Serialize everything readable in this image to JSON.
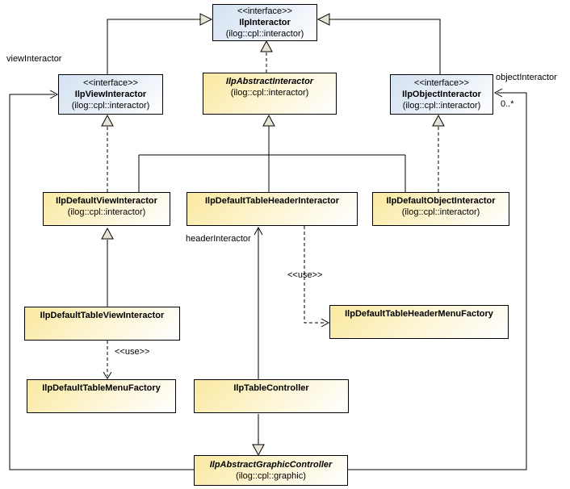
{
  "colors": {
    "interface_fill_start": "#d4e2f2",
    "interface_fill_end": "#ffffff",
    "class_fill_start": "#fae9a0",
    "class_fill_end": "#ffffff",
    "border": "#000000",
    "arrowhead_fill": "#e8e3d6",
    "background": "#ffffff"
  },
  "classes": {
    "interactor": {
      "stereotype": "<<interface>>",
      "name": "IlpInteractor",
      "package": "(ilog::cpl::interactor)"
    },
    "view_interactor": {
      "stereotype": "<<interface>>",
      "name": "IlpViewInteractor",
      "package": "(ilog::cpl::interactor)"
    },
    "abstract_interactor": {
      "name": "IlpAbstractInteractor",
      "package": "(ilog::cpl::interactor)"
    },
    "object_interactor": {
      "stereotype": "<<interface>>",
      "name": "IlpObjectInteractor",
      "package": "(ilog::cpl::interactor)"
    },
    "default_view_interactor": {
      "name": "IlpDefaultViewInteractor",
      "package": "(ilog::cpl::interactor)"
    },
    "default_table_header_interactor": {
      "name": "IlpDefaultTableHeaderInteractor"
    },
    "default_object_interactor": {
      "name": "IlpDefaultObjectInteractor",
      "package": "(ilog::cpl::interactor)"
    },
    "default_table_view_interactor": {
      "name": "IlpDefaultTableViewInteractor"
    },
    "default_table_header_menu_factory": {
      "name": "IlpDefaultTableHeaderMenuFactory"
    },
    "default_table_menu_factory": {
      "name": "IlpDefaultTableMenuFactory"
    },
    "table_controller": {
      "name": "IlpTableController"
    },
    "abstract_graphic_controller": {
      "name": "IlpAbstractGraphicController",
      "package": "(ilog::cpl::graphic)"
    }
  },
  "edge_labels": {
    "view_interactor_role": "viewInteractor",
    "object_interactor_role": "objectInteractor",
    "object_multiplicity": "0..*",
    "header_interactor_role": "headerInteractor",
    "use_header_menu": "<<use>>",
    "use_table_menu": "<<use>>"
  },
  "relationships": [
    {
      "type": "generalization",
      "from": "IlpViewInteractor",
      "to": "IlpInteractor"
    },
    {
      "type": "realization",
      "from": "IlpAbstractInteractor",
      "to": "IlpInteractor"
    },
    {
      "type": "generalization",
      "from": "IlpObjectInteractor",
      "to": "IlpInteractor"
    },
    {
      "type": "realization",
      "from": "IlpDefaultViewInteractor",
      "to": "IlpViewInteractor"
    },
    {
      "type": "generalization",
      "from": "IlpDefaultViewInteractor",
      "to": "IlpAbstractInteractor"
    },
    {
      "type": "generalization",
      "from": "IlpDefaultTableHeaderInteractor",
      "to": "IlpAbstractInteractor"
    },
    {
      "type": "generalization",
      "from": "IlpDefaultObjectInteractor",
      "to": "IlpAbstractInteractor"
    },
    {
      "type": "realization",
      "from": "IlpDefaultObjectInteractor",
      "to": "IlpObjectInteractor"
    },
    {
      "type": "generalization",
      "from": "IlpDefaultTableViewInteractor",
      "to": "IlpDefaultViewInteractor"
    },
    {
      "type": "use",
      "from": "IlpDefaultTableViewInteractor",
      "to": "IlpDefaultTableMenuFactory"
    },
    {
      "type": "use",
      "from": "IlpDefaultTableHeaderInteractor",
      "to": "IlpDefaultTableHeaderMenuFactory"
    },
    {
      "type": "association",
      "from": "IlpTableController",
      "to": "IlpDefaultTableHeaderInteractor",
      "label": "headerInteractor"
    },
    {
      "type": "generalization",
      "from": "IlpTableController",
      "to": "IlpAbstractGraphicController"
    },
    {
      "type": "association",
      "from": "IlpAbstractGraphicController",
      "to": "IlpViewInteractor",
      "label": "viewInteractor"
    },
    {
      "type": "association",
      "from": "IlpAbstractGraphicController",
      "to": "IlpObjectInteractor",
      "label": "objectInteractor",
      "multiplicity": "0..*"
    }
  ]
}
